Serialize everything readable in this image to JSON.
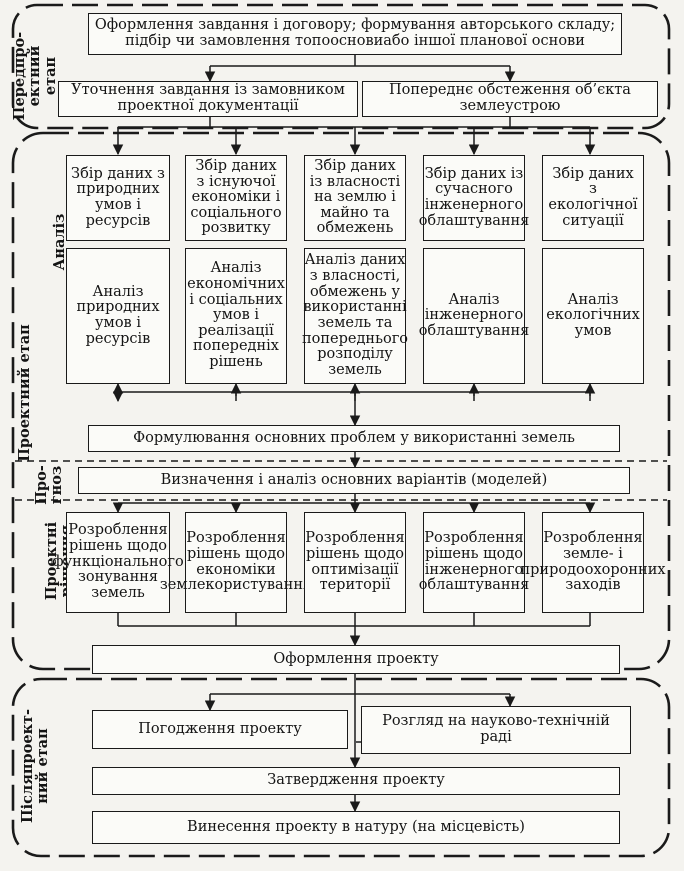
{
  "stages": {
    "pre_project": "Передпро-\nектний\nетап",
    "project": "Проектний етап",
    "post_project": "Післяпроект-\nний етап"
  },
  "sections": {
    "analysis": "Аналіз",
    "forecast": "Про-\nгноз",
    "decisions": "Проектні\nрішення"
  },
  "boxes": {
    "formalization": "Оформлення завдання і договору; формування авторського складу; підбір чи замовлення топоосновиабо іншої планової основи",
    "clarification": "Уточнення завдання із замовником проектної документації",
    "preliminary_survey": "Попереднє обстеження об’єкта землеустрою",
    "collection": [
      "Збір даних з природних умов і ресурсів",
      "Збір даних з існуючої економіки і соціального розвитку",
      "Збір даних із власності на землю і майно та обмежень",
      "Збір даних із сучасного інженерного облаштування",
      "Збір даних з екологічної ситуації"
    ],
    "analysis": [
      "Аналіз природних умов і ресурсів",
      "Аналіз економічних і соціальних умов і реалізації попередніх рішень",
      "Аналіз даних з власності, обмежень у використанні земель та попереднього розподілу земель",
      "Аналіз інженерного облаштування",
      "Аналіз екологічних умов"
    ],
    "problems": "Формулювання основних проблем у використанні земель",
    "variants": "Визначення і аналіз основних варіантів (моделей)",
    "decisions": [
      "Розроблення рішень щодо функціонального зонування земель",
      "Розроблення рішень щодо економіки землекористування",
      "Розроблення рішень щодо оптимізації території",
      "Розроблення рішень щодо інженерного облаштування",
      "Розроблення земле- і природоохоронних заходів"
    ],
    "design": "Оформлення проекту",
    "approval_agreement": "Погодження проекту",
    "council_review": "Розгляд на науково-технічній раді",
    "ratification": "Затвердження проекту",
    "field_staking": "Винесення проекту в натуру (на місцевість)"
  },
  "colors": {
    "ink": "#1a1a1a",
    "paper": "#f4f3ef",
    "box_fill": "#fbfbf8"
  }
}
